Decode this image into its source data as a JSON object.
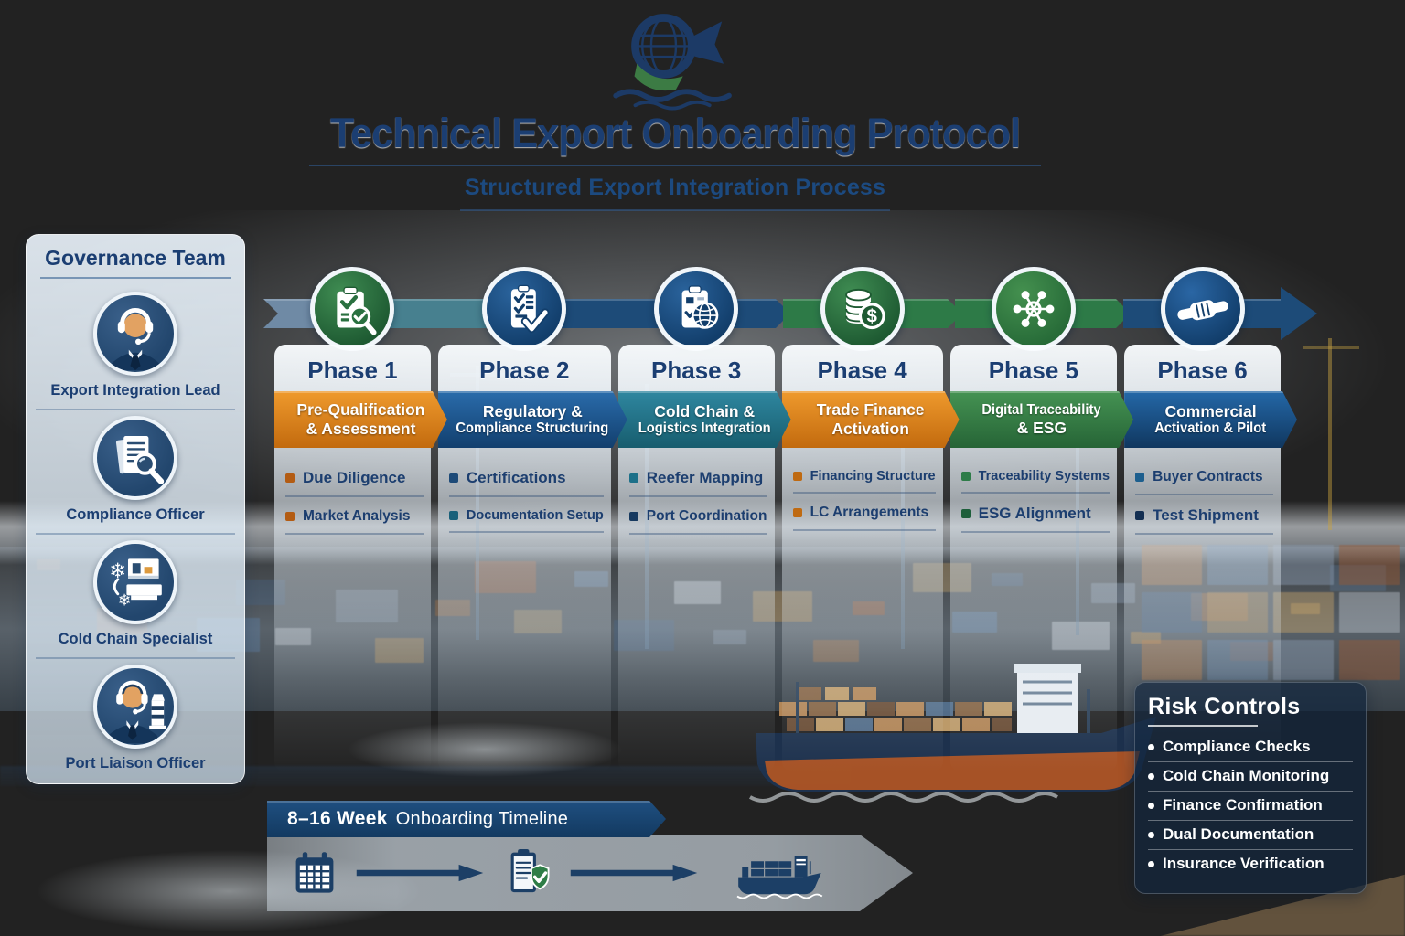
{
  "header": {
    "logo": "fish-globe-wave-logo",
    "title": "Technical Export Onboarding Protocol",
    "subtitle": "Structured Export Integration Process"
  },
  "governance": {
    "title": "Governance Team",
    "members": [
      {
        "role": "Export Integration Lead",
        "icon": "headset-agent-icon"
      },
      {
        "role": "Compliance Officer",
        "icon": "document-magnifier-icon"
      },
      {
        "role": "Cold Chain Specialist",
        "icon": "refrigeration-unit-icon"
      },
      {
        "role": "Port Liaison Officer",
        "icon": "port-officer-lighthouse-icon"
      }
    ]
  },
  "process": {
    "phases": [
      {
        "label": "Phase 1",
        "banner_line1": "Pre-Qualification",
        "banner_line2": "& Assessment",
        "banner_top": "#ef9a2d",
        "banner_bottom": "#c26a0e",
        "icon": "clipboard-magnifier-check-icon",
        "icon_top": "#3f8c52",
        "icon_bottom": "#1e5a32",
        "items": [
          {
            "text": "Due Diligence",
            "bullet": "#b35c13"
          },
          {
            "text": "Market Analysis",
            "bullet": "#b35c13"
          }
        ]
      },
      {
        "label": "Phase 2",
        "banner_line1": "Regulatory &",
        "banner_line2": "Compliance Structuring",
        "banner_top": "#2a6cab",
        "banner_bottom": "#123f6e",
        "icon": "checklist-icon",
        "icon_top": "#2a639c",
        "icon_bottom": "#123e6b",
        "items": [
          {
            "text": "Certifications",
            "bullet": "#1d4a78"
          },
          {
            "text": "Documentation Setup",
            "bullet": "#19607a"
          }
        ]
      },
      {
        "label": "Phase 3",
        "banner_line1": "Cold Chain &",
        "banner_line2": "Logistics Integration",
        "banner_top": "#2f87a0",
        "banner_bottom": "#175d6e",
        "icon": "clipboard-globe-icon",
        "icon_top": "#2a639c",
        "icon_bottom": "#123e6b",
        "items": [
          {
            "text": "Reefer Mapping",
            "bullet": "#1d7089"
          },
          {
            "text": "Port Coordination",
            "bullet": "#16395f"
          }
        ]
      },
      {
        "label": "Phase 4",
        "banner_line1": "Trade Finance",
        "banner_line2": "Activation",
        "banner_top": "#ef9a2d",
        "banner_bottom": "#c26a0e",
        "icon": "coins-dollar-icon",
        "icon_top": "#3f8c52",
        "icon_bottom": "#1e5a32",
        "items": [
          {
            "text": "Financing Structure",
            "bullet": "#bf6a12"
          },
          {
            "text": "LC Arrangements",
            "bullet": "#bf6a12"
          }
        ]
      },
      {
        "label": "Phase 5",
        "banner_line1": "Digital Traceability",
        "banner_line2": "& ESG",
        "banner_top": "#459353",
        "banner_bottom": "#266436",
        "icon": "network-hub-icon",
        "icon_top": "#44904f",
        "icon_bottom": "#276b38",
        "items": [
          {
            "text": "Traceability Systems",
            "bullet": "#2e7c48"
          },
          {
            "text": "ESG Alignment",
            "bullet": "#1d5e3a"
          }
        ]
      },
      {
        "label": "Phase 6",
        "banner_line1": "Commercial",
        "banner_line2": "Activation & Pilot",
        "banner_top": "#2468a8",
        "banner_bottom": "#10375f",
        "icon": "handshake-icon",
        "icon_top": "#2a66a4",
        "icon_bottom": "#123e6b",
        "items": [
          {
            "text": "Buyer Contracts",
            "bullet": "#1d5f8e"
          },
          {
            "text": "Test Shipment",
            "bullet": "#132f52"
          }
        ]
      }
    ]
  },
  "timeline": {
    "label_bold": "8–16 Week",
    "label_rest": "Onboarding Timeline",
    "steps": [
      "calendar-icon",
      "arrow-right-icon",
      "clipboard-shield-check-icon",
      "arrow-right-icon",
      "cargo-ship-icon"
    ]
  },
  "risk_controls": {
    "title": "Risk Controls",
    "items": [
      "Compliance Checks",
      "Cold Chain Monitoring",
      "Finance Confirmation",
      "Dual Documentation",
      "Insurance Verification"
    ]
  },
  "colors": {
    "title_navy": "#1b3e72",
    "accent_orange": "#d97c19",
    "accent_green": "#2e7d46",
    "accent_teal": "#2a7d93",
    "accent_navy": "#1d4b78"
  }
}
